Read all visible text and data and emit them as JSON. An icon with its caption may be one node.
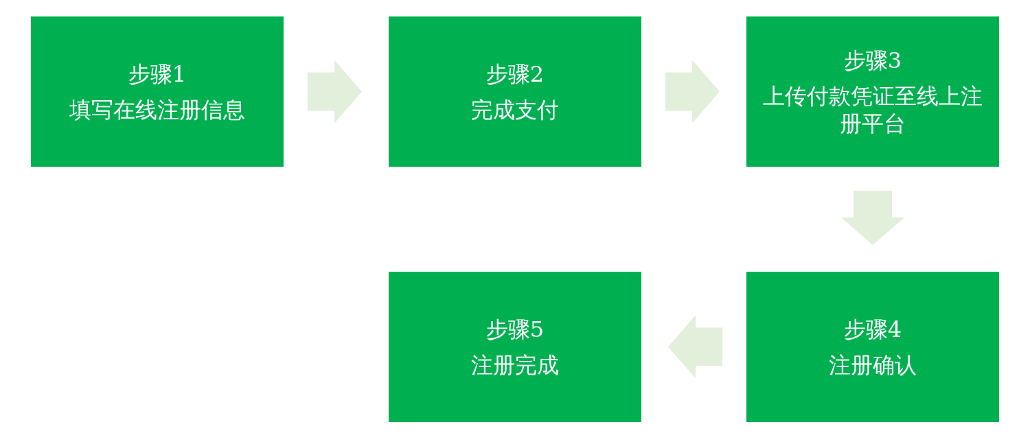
{
  "diagram": {
    "nodes": [
      {
        "text": [
          "步骤1",
          "填写在线注册信息"
        ]
      },
      {
        "text": [
          "步骤2",
          "完成支付"
        ]
      },
      {
        "text": [
          "步骤3",
          "上传付款凭证至线上注册平台"
        ]
      },
      {
        "text": [
          "步骤4",
          "注册确认"
        ]
      },
      {
        "text": [
          "步骤5",
          "注册完成"
        ]
      }
    ],
    "edges": [
      {
        "from": 0,
        "to": 1,
        "arrow": "to"
      },
      {
        "from": 1,
        "to": 2,
        "arrow": "to"
      },
      {
        "from": 2,
        "to": 3,
        "arrow": "to"
      },
      {
        "from": 3,
        "to": 4,
        "arrow": "to"
      }
    ]
  }
}
